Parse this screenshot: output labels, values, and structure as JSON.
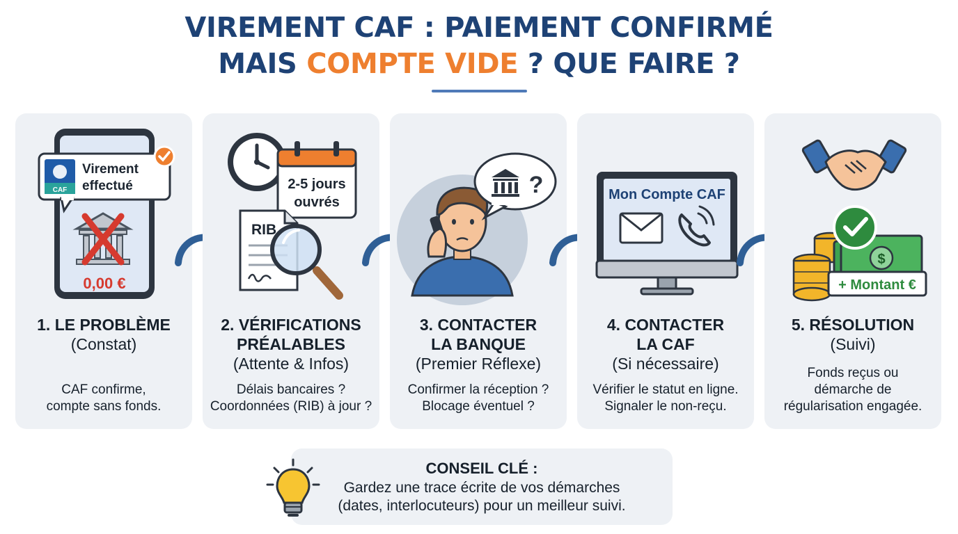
{
  "title": {
    "line1": "VIREMENT CAF : PAIEMENT CONFIRMÉ",
    "line2_before": "MAIS ",
    "line2_highlight": "COMPTE VIDE",
    "line2_after": " ? QUE FAIRE ?"
  },
  "colors": {
    "title": "#1e4275",
    "highlight": "#ee7f2f",
    "card_background": "#eef1f5",
    "arrow": "#2f5f96",
    "money_green": "#2e8b3e",
    "alert_red": "#d63a2f"
  },
  "steps": [
    {
      "title": "1. LE PROBLÈME",
      "subtitle": "(Constat)",
      "description": "CAF confirme,\ncompte sans fonds.",
      "notification": {
        "line1": "Virement",
        "line2": "effectué",
        "logo_text": "CAF"
      },
      "balance": "0,00 €",
      "icons": [
        "phone-icon",
        "caf-logo-icon",
        "check-badge-icon",
        "bank-crossed-icon"
      ]
    },
    {
      "title": "2. VÉRIFICATIONS",
      "title2": "PRÉALABLES",
      "subtitle": "(Attente & Infos)",
      "description": "Délais bancaires ?\nCoordonnées (RIB) à jour ?",
      "calendar": {
        "line1": "2-5 jours",
        "line2": "ouvrés"
      },
      "document_label": "RIB",
      "icons": [
        "clock-icon",
        "calendar-icon",
        "document-icon",
        "magnifier-icon"
      ]
    },
    {
      "title": "3. CONTACTER",
      "title2": "LA BANQUE",
      "subtitle": "(Premier Réflexe)",
      "description": "Confirmer la réception ?\nBlocage éventuel ?",
      "bubble_symbol": "?",
      "icons": [
        "person-phone-icon",
        "speech-bubble-bank-icon"
      ]
    },
    {
      "title": "4. CONTACTER",
      "title2": "LA CAF",
      "subtitle": "(Si nécessaire)",
      "description": "Vérifier le statut en ligne.\nSignaler le non-reçu.",
      "screen_label": "Mon Compte CAF",
      "icons": [
        "monitor-icon",
        "envelope-icon",
        "phone-handset-icon"
      ]
    },
    {
      "title": "5. RÉSOLUTION",
      "subtitle": "(Suivi)",
      "description": "Fonds reçus ou\ndémarche de\nrégularisation engagée.",
      "amount_tag": "+ Montant €",
      "icons": [
        "handshake-icon",
        "coins-icon",
        "banknotes-icon",
        "check-badge-icon"
      ]
    }
  ],
  "tip": {
    "title": "CONSEIL CLÉ :",
    "text": "Gardez une trace écrite de vos démarches\n(dates, interlocuteurs) pour un meilleur suivi.",
    "icon": "lightbulb-icon"
  }
}
